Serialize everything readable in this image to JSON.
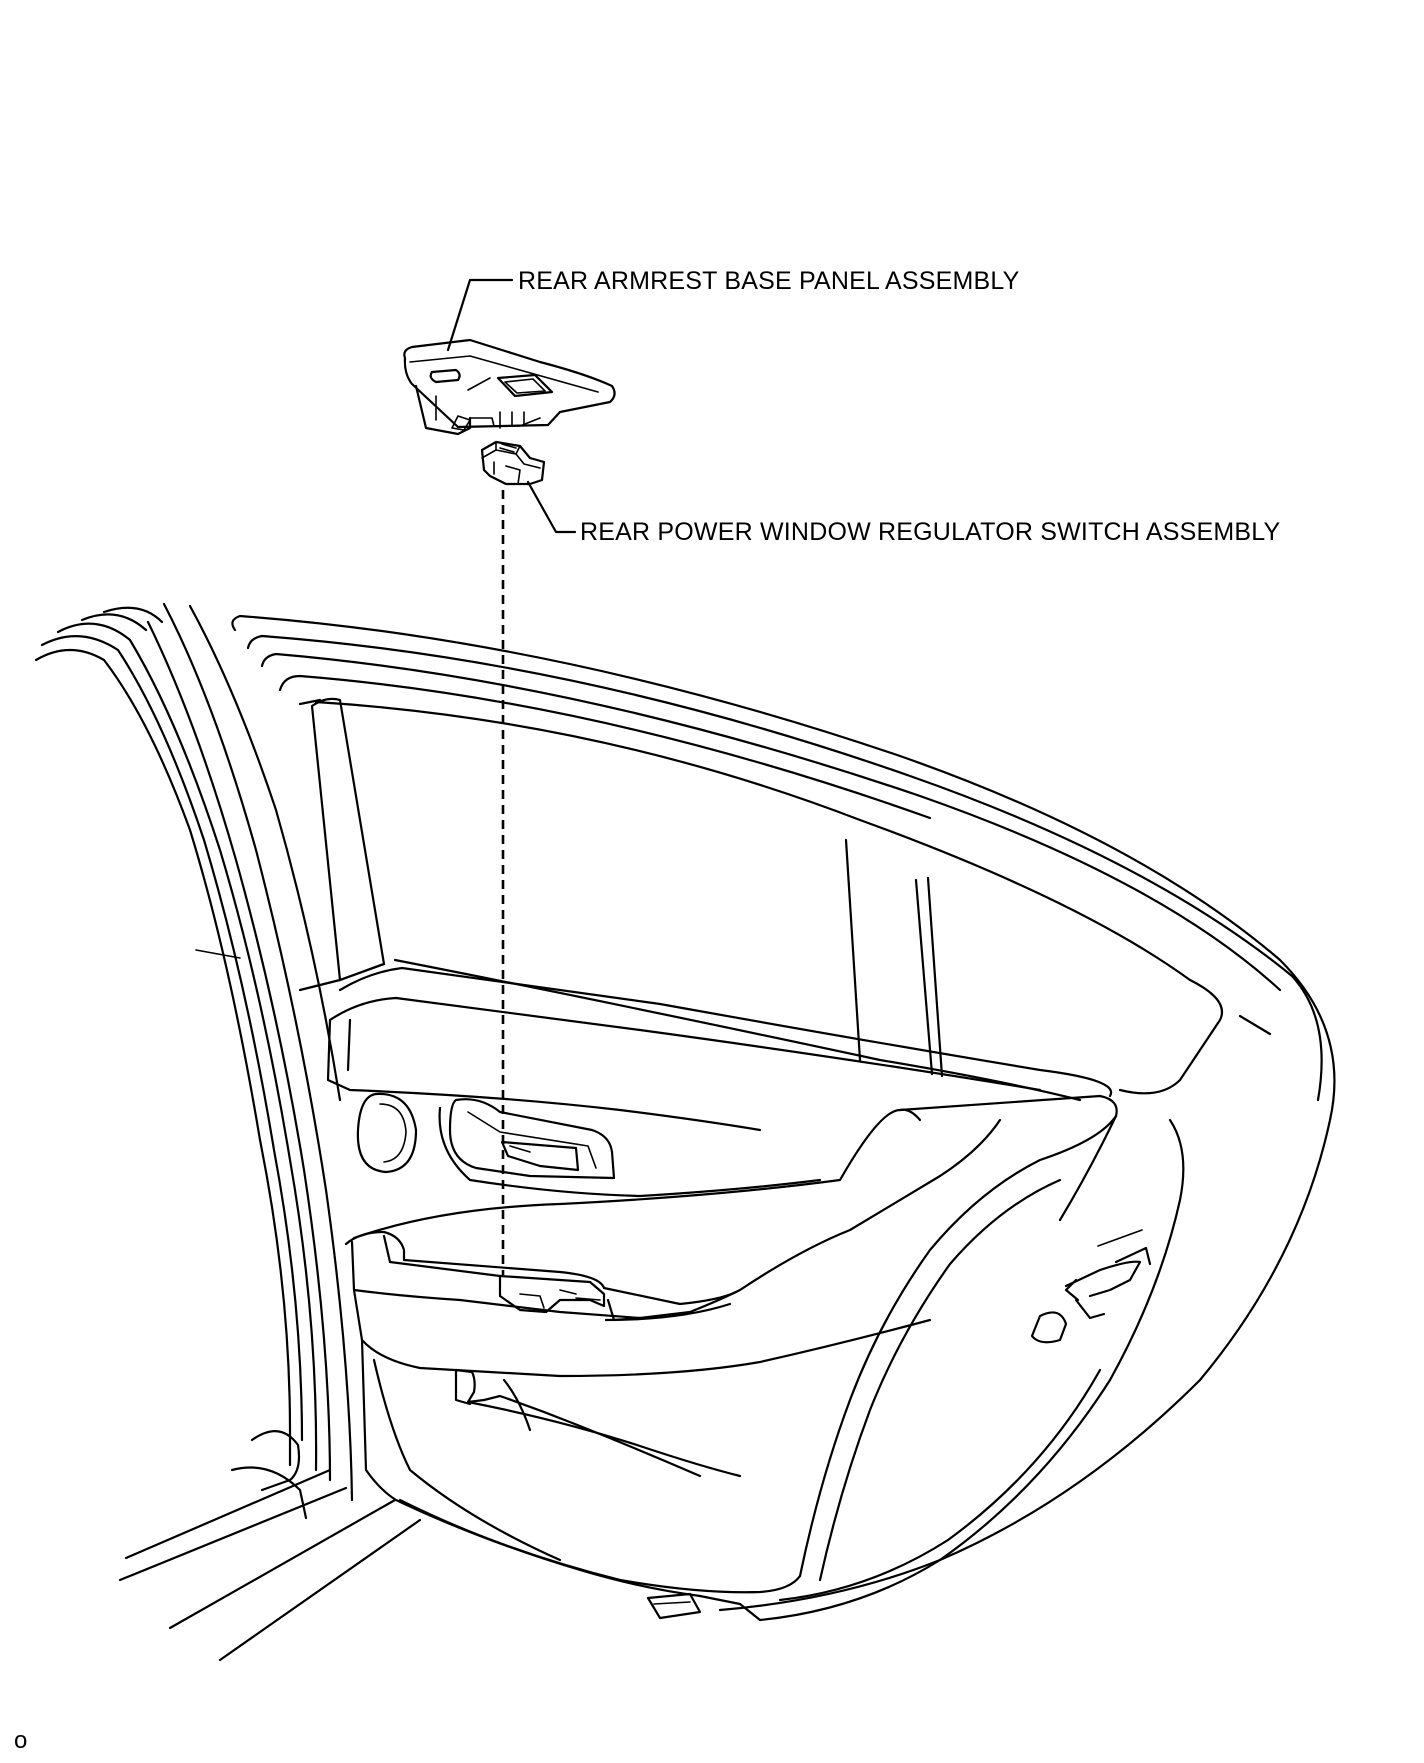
{
  "labels": {
    "armrest_panel": "REAR ARMREST BASE PANEL ASSEMBLY",
    "window_switch": "REAR POWER WINDOW REGULATOR SWITCH ASSEMBLY"
  },
  "corner_mark": "o"
}
